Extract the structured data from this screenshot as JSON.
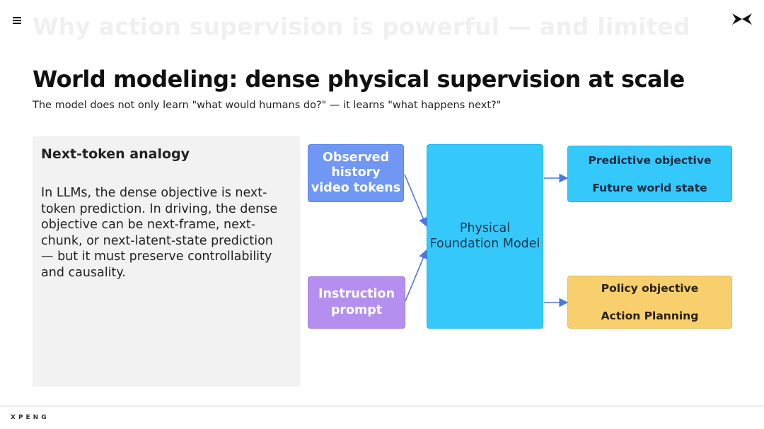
{
  "header": {
    "ghost_title": "Why action supervision is powerful — and limited",
    "menu_icon": "hamburger-icon",
    "brand_icon": "xpeng-logo-icon"
  },
  "slide": {
    "title": "World modeling: dense physical supervision at scale",
    "subtitle": "The model does not only learn \"what would humans do?\" — it learns \"what happens next?\""
  },
  "panel": {
    "heading": "Next-token analogy",
    "body": "In LLMs, the dense objective is next-token prediction. In driving, the dense objective can be next-frame, next-chunk, or next-latent-state prediction — but it must preserve controllability and causality."
  },
  "diagram": {
    "observed": {
      "line1": "Observed",
      "line2": "history",
      "line3": "video tokens"
    },
    "instruction": {
      "line1": "Instruction",
      "line2": "prompt"
    },
    "model": {
      "line1": "Physical",
      "line2": "Foundation Model"
    },
    "predictive": {
      "title": "Predictive objective",
      "subtitle": "Future world state"
    },
    "policy": {
      "title": "Policy objective",
      "subtitle": "Action Planning"
    }
  },
  "footer": {
    "logo": "XPENG"
  },
  "colors": {
    "observed": "#6f97f3",
    "instruction": "#b48ff0",
    "model": "#35c9fb",
    "predictive": "#35c9fb",
    "policy": "#f7cf6c",
    "arrow": "#4a78e0",
    "panel": "#f2f2f2"
  }
}
